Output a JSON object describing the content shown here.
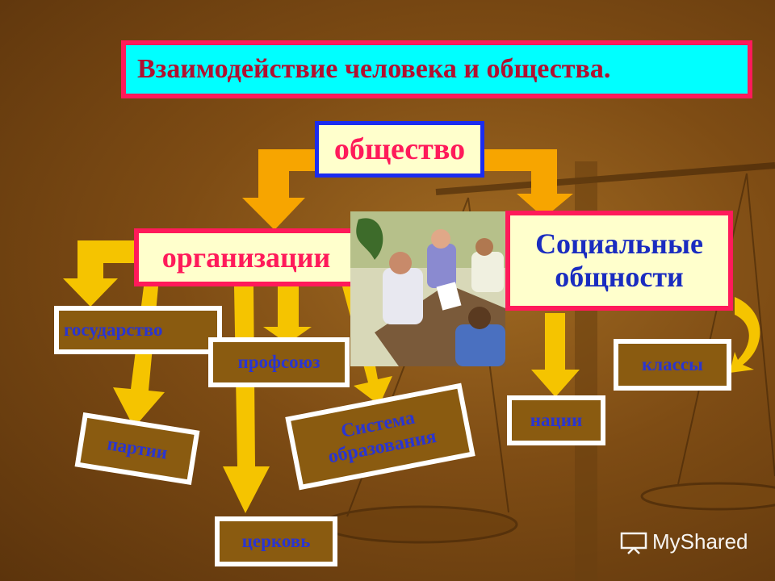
{
  "title": "Взаимодействие человека и общества.",
  "root": "общество",
  "branches": {
    "organizations": "организации",
    "communities_line1": "Социальные",
    "communities_line2": "общности"
  },
  "organizations": {
    "state": "государство",
    "trade_union": "профсоюз",
    "parties": "партии",
    "education_line1": "Система",
    "education_line2": "образования",
    "church": "церковь"
  },
  "communities": {
    "nations": "нации",
    "classes": "классы"
  },
  "watermark": "MyShared",
  "colors": {
    "title_bg": "#00ffff",
    "frame_pink": "#ff1a5a",
    "frame_blue": "#1a2cf0",
    "arrow_yellow": "#f5c400",
    "arrow_orange": "#f7a500"
  }
}
